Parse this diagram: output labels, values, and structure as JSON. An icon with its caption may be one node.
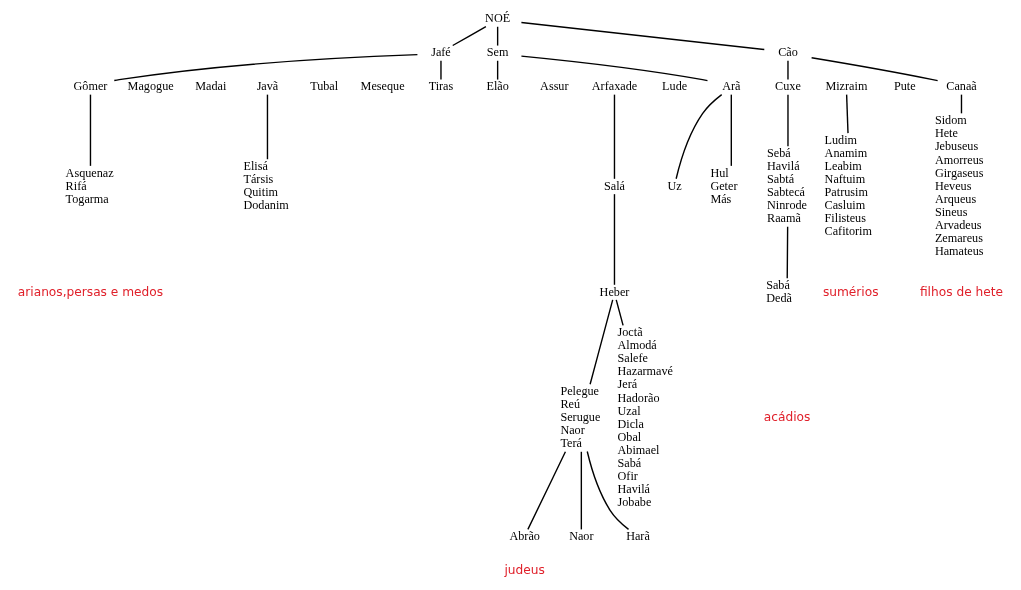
{
  "diagram": {
    "nodes": [
      {
        "text": [
          "NOÉ"
        ]
      },
      {
        "text": [
          "Jafé"
        ]
      },
      {
        "text": [
          "Gômer"
        ]
      },
      {
        "text": [
          "Magogue"
        ]
      },
      {
        "text": [
          "Madai"
        ]
      },
      {
        "text": [
          "Javã"
        ]
      },
      {
        "text": [
          "Tubal"
        ]
      },
      {
        "text": [
          "Meseque"
        ]
      },
      {
        "text": [
          "Tiras"
        ]
      },
      {
        "text": [
          "Asquenaz",
          "Rifá",
          "Togarma"
        ]
      },
      {
        "text": [
          "Elisá",
          "Társis",
          "Quitim",
          "Dodanim"
        ]
      },
      {
        "text": [
          "Sem"
        ]
      },
      {
        "text": [
          "Elão"
        ]
      },
      {
        "text": [
          "Assur"
        ]
      },
      {
        "text": [
          "Arfaxade"
        ]
      },
      {
        "text": [
          "Lude"
        ]
      },
      {
        "text": [
          "Arã"
        ]
      },
      {
        "text": [
          "Uz"
        ]
      },
      {
        "text": [
          "Salá"
        ]
      },
      {
        "text": [
          "Heber"
        ]
      },
      {
        "text": [
          "Hul",
          "Geter",
          "Más"
        ]
      },
      {
        "text": [
          "Cão"
        ]
      },
      {
        "text": [
          "Cuxe"
        ]
      },
      {
        "text": [
          "Mizraim"
        ]
      },
      {
        "text": [
          "Pute"
        ]
      },
      {
        "text": [
          "Canaã"
        ]
      },
      {
        "text": [
          "Sebá",
          "Havilá",
          "Sabtá",
          "Sabtecá",
          "Ninrode",
          "Raamã"
        ]
      },
      {
        "text": [
          "Sabá",
          "Dedã"
        ]
      },
      {
        "text": [
          "Ludim",
          "Anamim",
          "Leabim",
          "Naftuim",
          "Patrusim",
          "Casluim",
          "Filisteus",
          "Cafitorim"
        ]
      },
      {
        "text": [
          "Sidom",
          "Hete",
          "Jebuseus",
          "Amorreus",
          "Girgaseus",
          "Heveus",
          "Arqueus",
          "Sineus",
          "Arvadeus",
          "Zemareus",
          "Hamateus"
        ]
      },
      {
        "text": [
          "Pelegue",
          "Reú",
          "Serugue",
          "Naor",
          "Terá"
        ]
      },
      {
        "text": [
          "Abrão"
        ]
      },
      {
        "text": [
          "Naor"
        ]
      },
      {
        "text": [
          "Harã"
        ]
      },
      {
        "text": [
          "Joctã",
          "Almodá",
          "Salefe",
          "Hazarmavé",
          "Jerá",
          "Hadorão",
          "Uzal",
          "Dicla",
          "Obal",
          "Abimael",
          "Sabá",
          "Ofir",
          "Havilá",
          "Jobabe"
        ]
      }
    ],
    "edges": [
      {
        "from": 0,
        "to": 1,
        "arrow": "none"
      },
      {
        "from": 0,
        "to": 21,
        "arrow": "none"
      },
      {
        "from": 0,
        "to": 11,
        "arrow": "none"
      },
      {
        "from": 1,
        "to": 2,
        "arrow": "none"
      },
      {
        "from": 1,
        "to": 8,
        "arrow": "none"
      },
      {
        "from": 2,
        "to": 9,
        "arrow": "none"
      },
      {
        "from": 5,
        "to": 10,
        "arrow": "none"
      },
      {
        "from": 11,
        "to": 12,
        "arrow": "none"
      },
      {
        "from": 11,
        "to": 16,
        "arrow": "none"
      },
      {
        "from": 16,
        "to": 17,
        "arrow": "none"
      },
      {
        "from": 16,
        "to": 20,
        "arrow": "none"
      },
      {
        "from": 14,
        "to": 18,
        "arrow": "none"
      },
      {
        "from": 18,
        "to": 19,
        "arrow": "none"
      },
      {
        "from": 19,
        "to": 30,
        "arrow": "none"
      },
      {
        "from": 19,
        "to": 34,
        "arrow": "none"
      },
      {
        "from": 21,
        "to": 22,
        "arrow": "none"
      },
      {
        "from": 21,
        "to": 25,
        "arrow": "none"
      },
      {
        "from": 22,
        "to": 26,
        "arrow": "none"
      },
      {
        "from": 26,
        "to": 27,
        "arrow": "none"
      },
      {
        "from": 23,
        "to": 28,
        "arrow": "none"
      },
      {
        "from": 25,
        "to": 29,
        "arrow": "none"
      },
      {
        "from": 30,
        "to": 31,
        "arrow": "none"
      },
      {
        "from": 30,
        "to": 32,
        "arrow": "none"
      },
      {
        "from": 30,
        "to": 33,
        "arrow": "none"
      }
    ],
    "labels": [
      "arianos,persas e medos",
      "acádios",
      "sumérios",
      "judeus",
      "filhos de hete"
    ]
  }
}
